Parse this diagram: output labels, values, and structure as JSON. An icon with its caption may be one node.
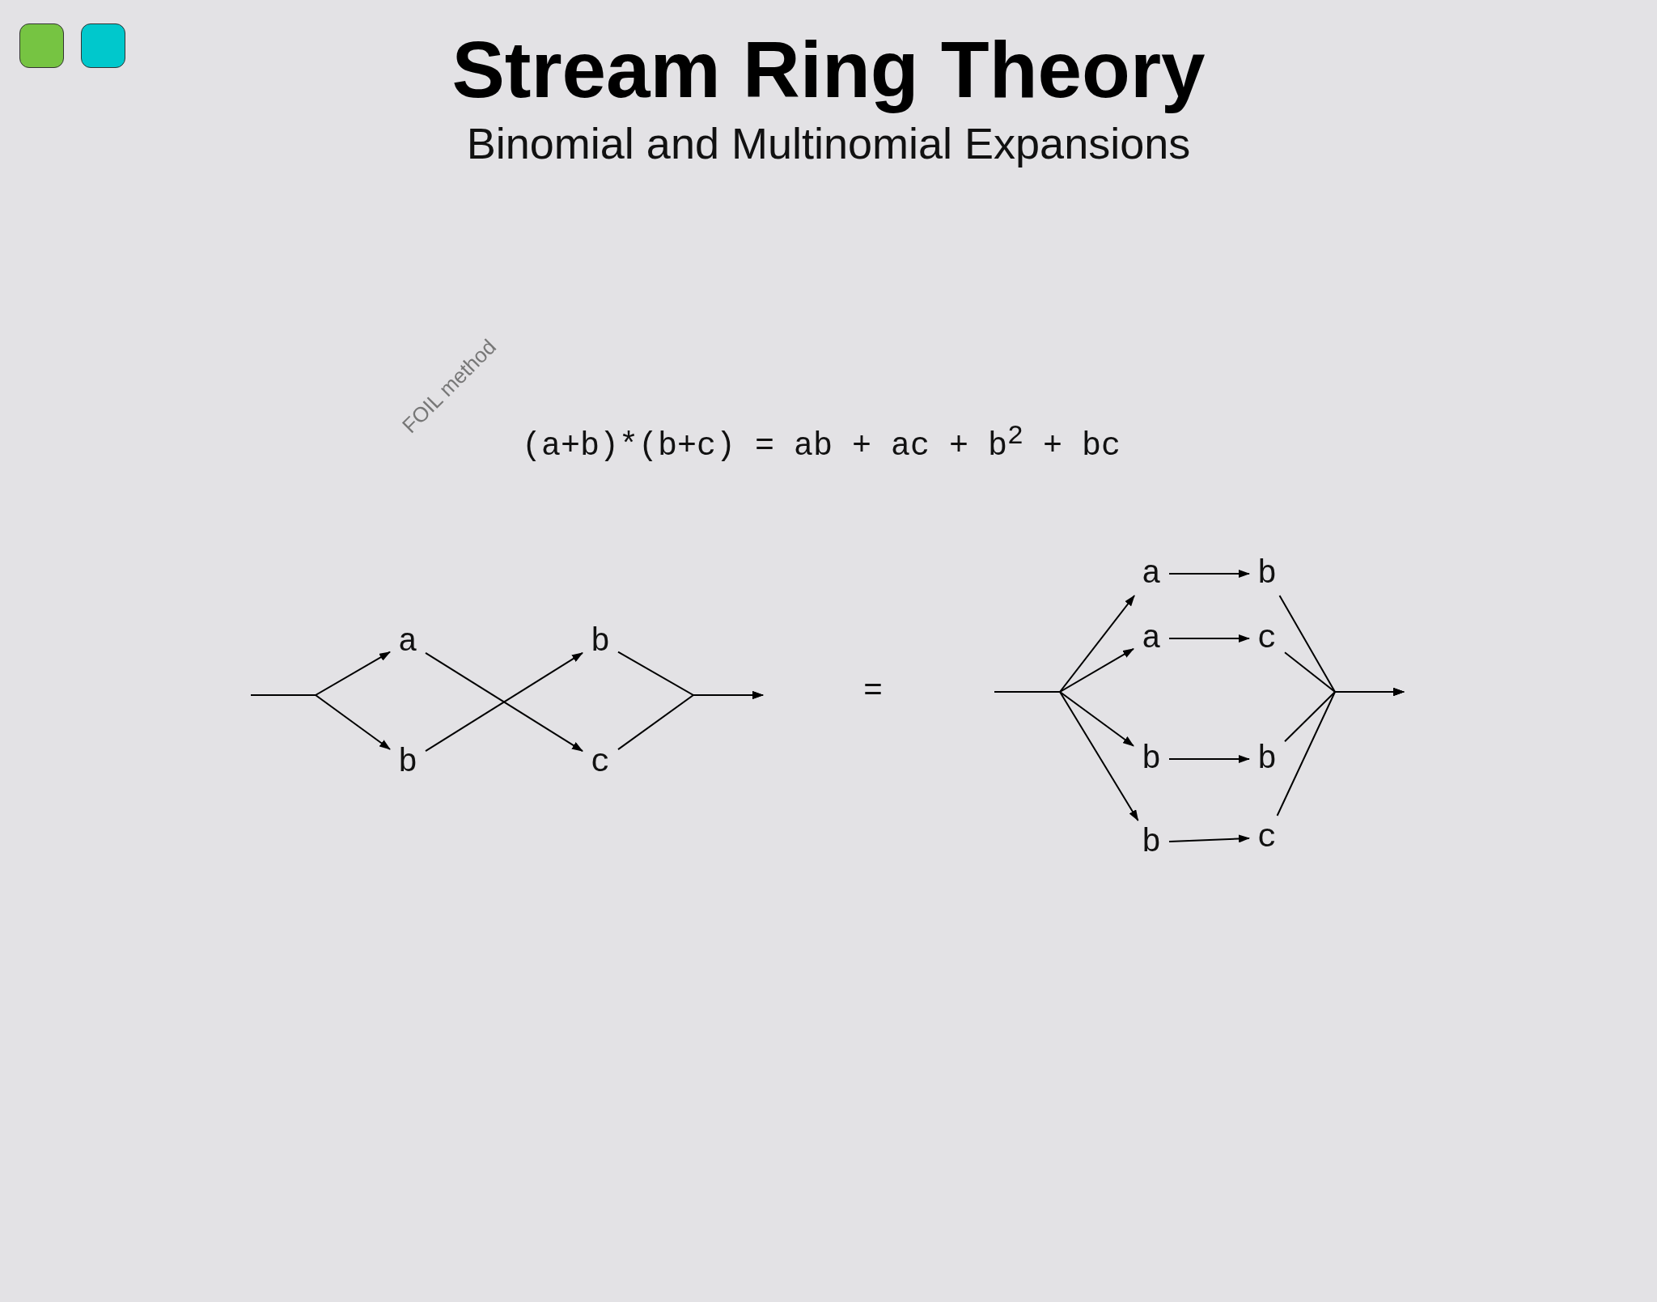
{
  "diagram": {
    "title": "Stream Ring Theory",
    "caption": "Binomial and Multinomial Expansions",
    "nodes": [
      {
        "text": [
          "a"
        ]
      },
      {
        "text": [
          "b"
        ]
      },
      {
        "text": [
          "b"
        ]
      },
      {
        "text": [
          "c"
        ]
      },
      {
        "text": [
          "a"
        ]
      },
      {
        "text": [
          "a"
        ]
      },
      {
        "text": [
          "b"
        ]
      },
      {
        "text": [
          "b"
        ]
      },
      {
        "text": [
          "b"
        ]
      },
      {
        "text": [
          "c"
        ]
      },
      {
        "text": [
          "b"
        ]
      },
      {
        "text": [
          "c"
        ]
      }
    ],
    "edges": [
      {
        "from": null,
        "to": 0,
        "arrow": "to"
      },
      {
        "from": null,
        "to": 1,
        "arrow": "to"
      },
      {
        "from": 0,
        "to": 3,
        "arrow": "to"
      },
      {
        "from": 1,
        "to": 2,
        "arrow": "to"
      },
      {
        "from": 2,
        "to": null,
        "arrow": "to"
      },
      {
        "from": 3,
        "to": null,
        "arrow": "to"
      },
      {
        "from": null,
        "to": 4,
        "arrow": "to"
      },
      {
        "from": null,
        "to": 5,
        "arrow": "to"
      },
      {
        "from": null,
        "to": 6,
        "arrow": "to"
      },
      {
        "from": null,
        "to": 7,
        "arrow": "to"
      },
      {
        "from": 4,
        "to": 8,
        "arrow": "to"
      },
      {
        "from": 5,
        "to": 9,
        "arrow": "to"
      },
      {
        "from": 6,
        "to": 10,
        "arrow": "to"
      },
      {
        "from": 7,
        "to": 11,
        "arrow": "to"
      },
      {
        "from": 8,
        "to": null,
        "arrow": "to"
      },
      {
        "from": 9,
        "to": null,
        "arrow": "to"
      },
      {
        "from": 10,
        "to": null,
        "arrow": "to"
      },
      {
        "from": 11,
        "to": null,
        "arrow": "to"
      }
    ],
    "labels": [
      "FOIL method",
      "(a+b)*(b+c) = ab + ac + b$^{2}$ + bc",
      "="
    ]
  }
}
